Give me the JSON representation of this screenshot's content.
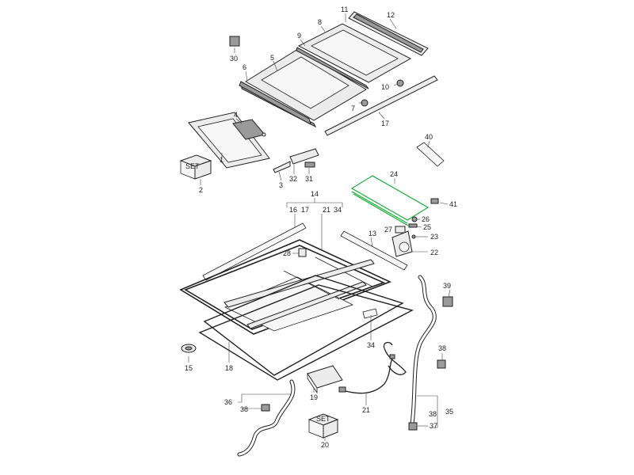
{
  "diagram": {
    "highlight_color": "#2db34a",
    "part_numbers": {
      "p1": "1",
      "p2": "2",
      "p3": "3",
      "p4": "4",
      "p5": "5",
      "p6": "6",
      "p7": "7",
      "p8": "8",
      "p9": "9",
      "p10": "10",
      "p11": "11",
      "p12": "12",
      "p13": "13",
      "p14": "14",
      "p15": "15",
      "p16": "16",
      "p17": "17",
      "p17b": "17",
      "p18": "18",
      "p19": "19",
      "p20": "20",
      "p21": "21",
      "p21b": "21",
      "p22": "22",
      "p23": "23",
      "p24": "24",
      "p25": "25",
      "p26": "26",
      "p27": "27",
      "p28": "28",
      "p30": "30",
      "p31": "31",
      "p32": "32",
      "p34": "34",
      "p34b": "34",
      "p35": "35",
      "p36": "36",
      "p37": "37",
      "p38a": "38",
      "p38b": "38",
      "p38c": "38",
      "p39": "39",
      "p40": "40",
      "p41": "41"
    },
    "set_box_text": "SET"
  }
}
